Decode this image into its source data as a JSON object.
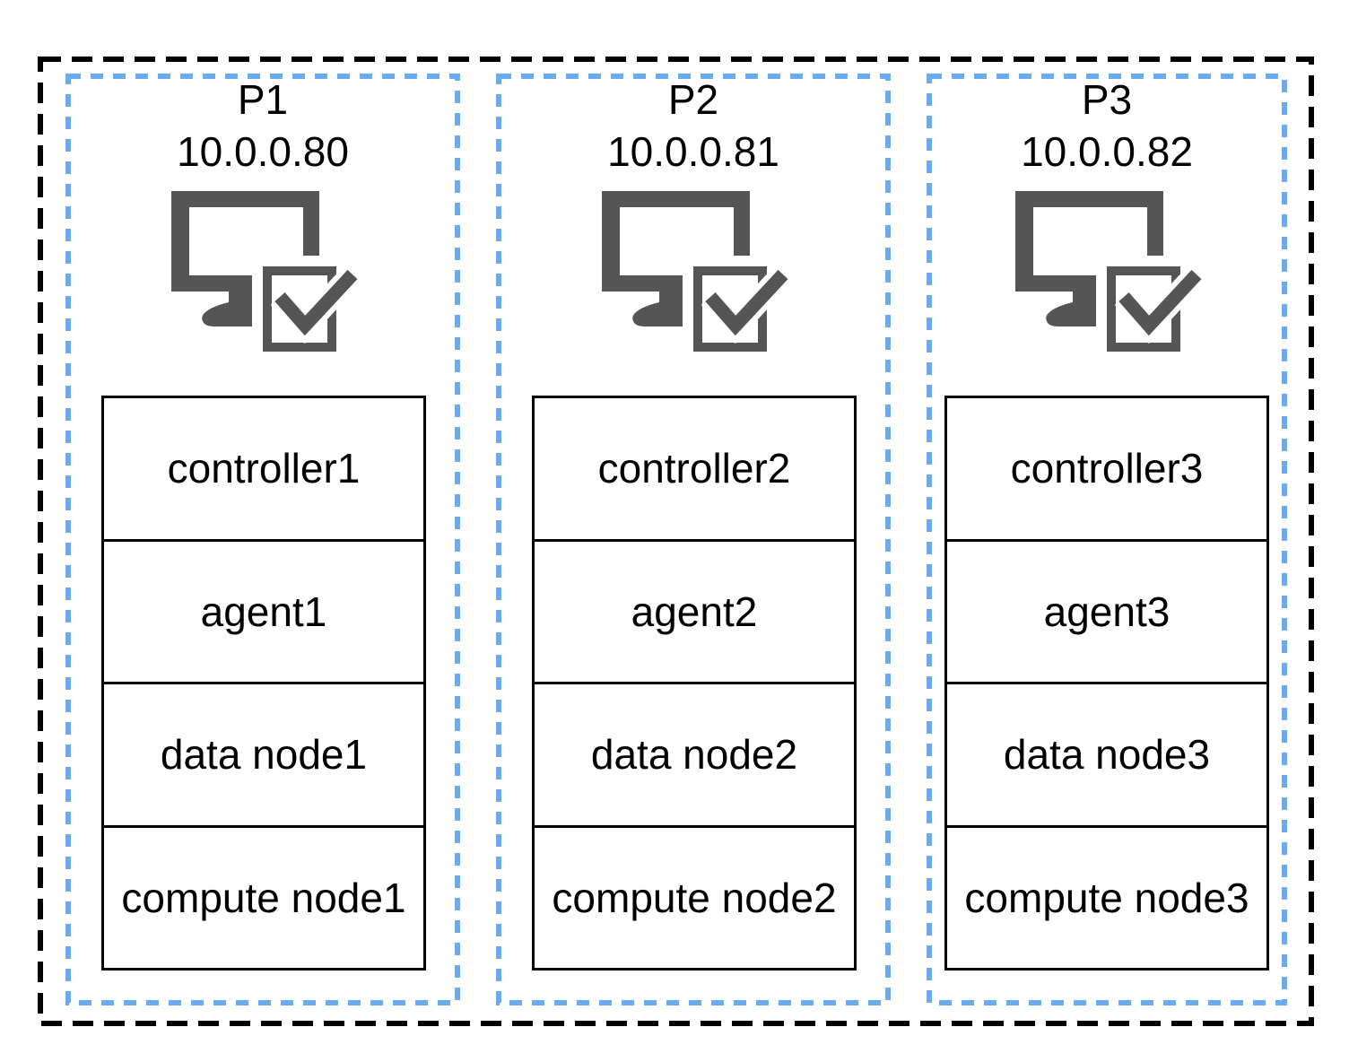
{
  "colors": {
    "background": "#ffffff",
    "outer_border": "#000000",
    "panel_border": "#69AAF5",
    "node_border": "#000000",
    "icon_gray": "#555555",
    "text": "#000000"
  },
  "diagram": {
    "icon": "monitor-check",
    "hosts": [
      {
        "name": "P1",
        "ip": "10.0.0.80",
        "nodes": [
          "controller1",
          "agent1",
          "data node1",
          "compute node1"
        ]
      },
      {
        "name": "P2",
        "ip": "10.0.0.81",
        "nodes": [
          "controller2",
          "agent2",
          "data node2",
          "compute node2"
        ]
      },
      {
        "name": "P3",
        "ip": "10.0.0.82",
        "nodes": [
          "controller3",
          "agent3",
          "data node3",
          "compute node3"
        ]
      }
    ]
  }
}
